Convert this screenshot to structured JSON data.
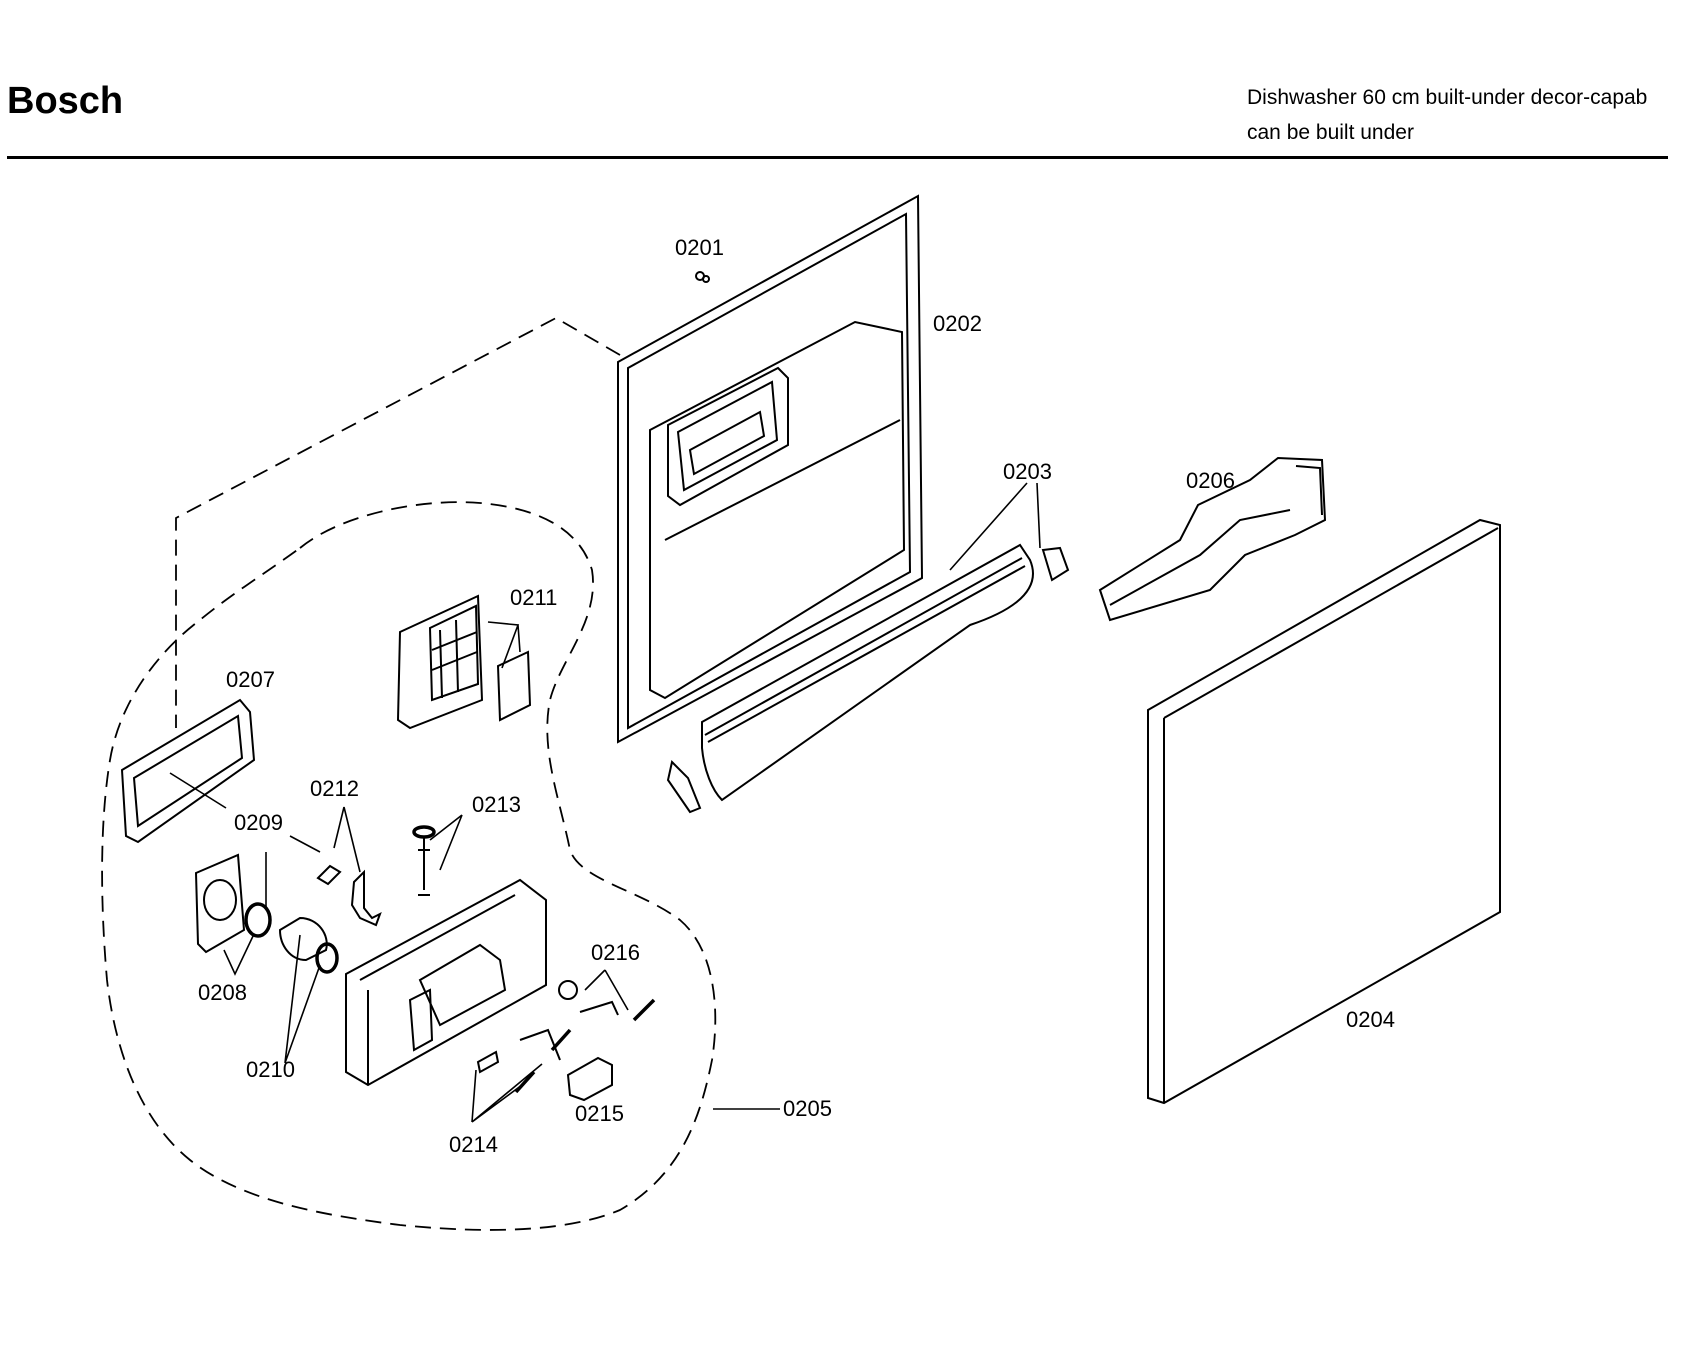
{
  "header": {
    "brand": "Bosch",
    "description_line1": "Dishwasher 60 cm built-under decor-capab",
    "description_line2": "can be built under"
  },
  "callouts": {
    "c0201": "0201",
    "c0202": "0202",
    "c0203": "0203",
    "c0204": "0204",
    "c0205": "0205",
    "c0206": "0206",
    "c0207": "0207",
    "c0208": "0208",
    "c0209": "0209",
    "c0210": "0210",
    "c0211": "0211",
    "c0212": "0212",
    "c0213": "0213",
    "c0214": "0214",
    "c0215": "0215",
    "c0216": "0216"
  }
}
